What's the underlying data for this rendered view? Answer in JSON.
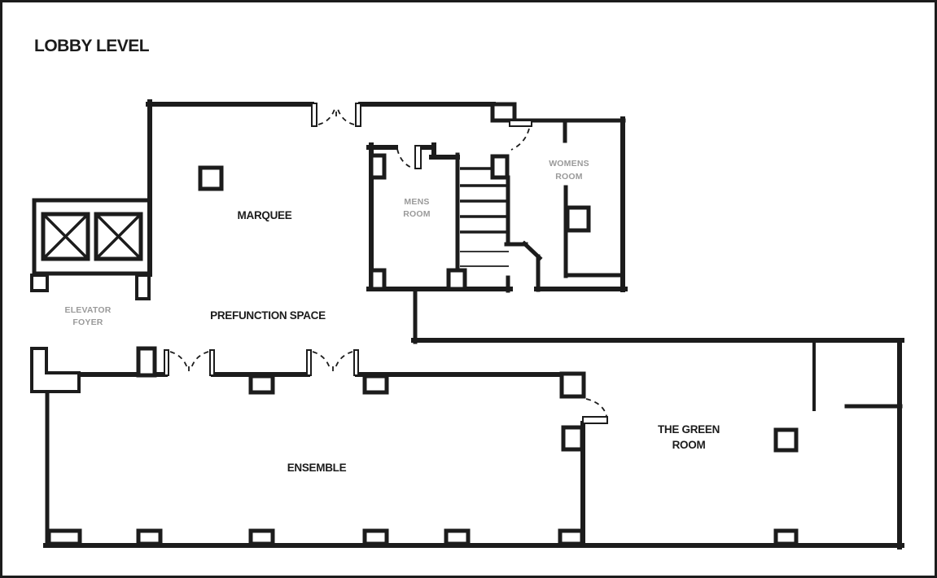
{
  "title": "LOBBY LEVEL",
  "colors": {
    "ink": "#1c1c1c",
    "muted_label": "#9a9a9a",
    "background": "#ffffff"
  },
  "rooms": {
    "marquee": {
      "label": "MARQUEE"
    },
    "prefunction": {
      "label": "PREFUNCTION SPACE"
    },
    "ensemble": {
      "label": "ENSEMBLE"
    },
    "elevator_foyer": {
      "line1": "ELEVATOR",
      "line2": "FOYER"
    },
    "mens_room": {
      "line1": "MENS",
      "line2": "ROOM"
    },
    "womens_room": {
      "line1": "WOMENS",
      "line2": "ROOM"
    },
    "green_room": {
      "line1": "THE GREEN",
      "line2": "ROOM"
    }
  }
}
